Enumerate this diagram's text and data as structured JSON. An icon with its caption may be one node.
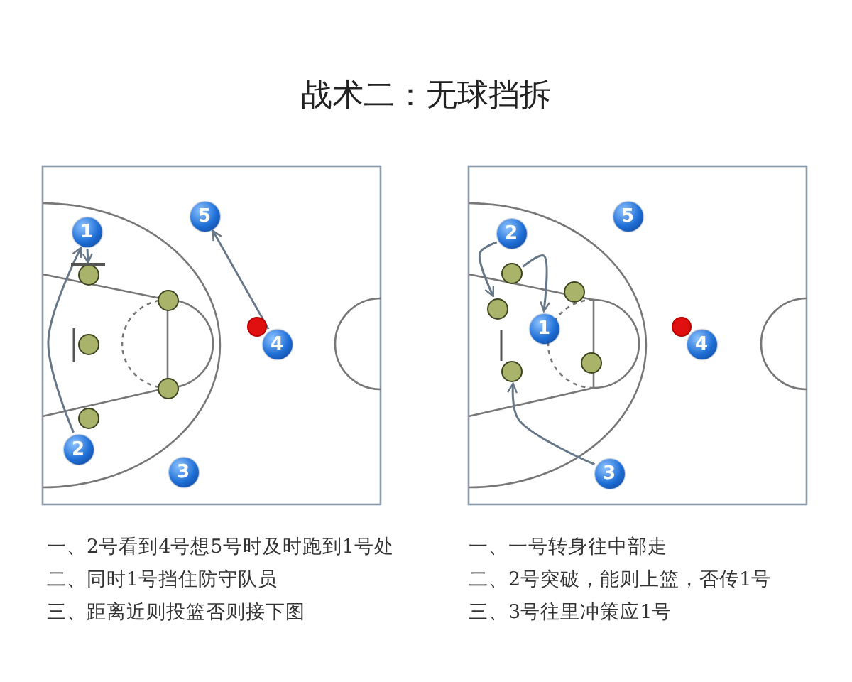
{
  "diagram": {
    "title": "战术二：无球挡拆",
    "nodes": [
      {
        "text": [
          "1"
        ]
      },
      {
        "text": [
          "5"
        ]
      },
      {
        "text": [
          "2"
        ]
      },
      {
        "text": [
          "3"
        ]
      },
      {
        "text": [
          "4"
        ]
      },
      {
        "text": [],
        "shape": "circle"
      },
      {
        "text": [],
        "shape": "circle"
      },
      {
        "text": [],
        "shape": "circle"
      },
      {
        "text": [],
        "shape": "circle"
      },
      {
        "text": [],
        "shape": "circle"
      },
      {
        "text": [],
        "shape": "circle"
      },
      {
        "text": [
          "2"
        ]
      },
      {
        "text": [
          "5"
        ]
      },
      {
        "text": [
          "1"
        ]
      },
      {
        "text": [
          "4"
        ]
      },
      {
        "text": [
          "3"
        ]
      },
      {
        "text": [],
        "shape": "circle"
      },
      {
        "text": [],
        "shape": "circle"
      },
      {
        "text": [],
        "shape": "circle"
      },
      {
        "text": [],
        "shape": "circle"
      },
      {
        "text": [],
        "shape": "circle"
      },
      {
        "text": [],
        "shape": "circle"
      },
      {
        "text": [],
        "shape": "bar"
      }
    ],
    "edges": [
      {
        "from": 2,
        "to": 0,
        "arrow": "to"
      },
      {
        "from": 4,
        "to": 1,
        "arrow": "to"
      },
      {
        "from": 0,
        "to": 22,
        "arrow": "to"
      },
      {
        "from": 11,
        "to": 19,
        "arrow": "to"
      },
      {
        "from": 17,
        "to": 13,
        "arrow": "to"
      },
      {
        "from": 15,
        "to": 20,
        "arrow": "to"
      }
    ],
    "labels": [
      "一、2号看到4号想5号时及时跑到1号处",
      "二、同时1号挡住防守队员",
      "三、距离近则投篮否则接下图",
      "一、一号转身往中部走",
      "二、2号突破，能则上篮，否传1号",
      "三、3号往里冲策应1号"
    ]
  }
}
